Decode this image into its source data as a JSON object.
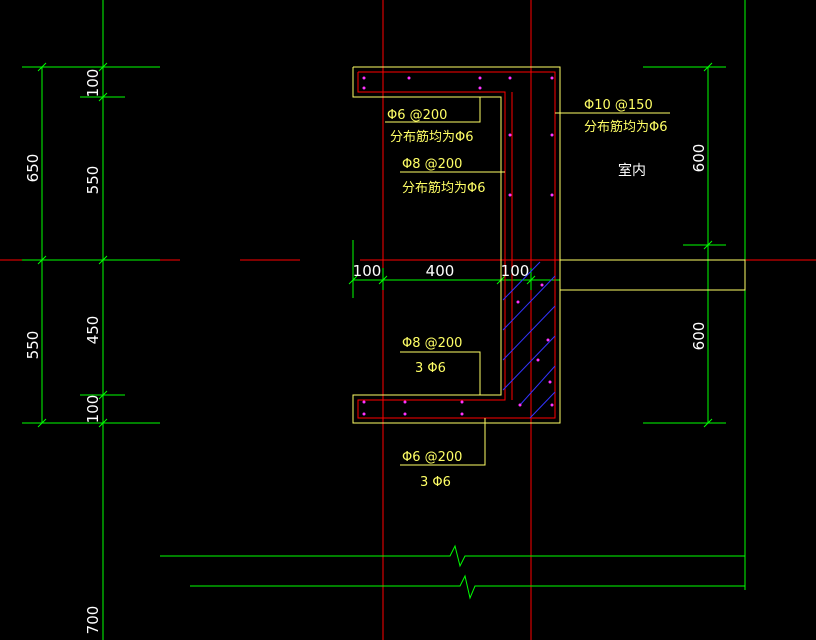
{
  "left_dims": {
    "d650": "650",
    "d550_total": "550",
    "d100_top": "100",
    "d550_mid": "550",
    "d450": "450",
    "d100_bot": "100",
    "d700": "700"
  },
  "right_dims": {
    "d600_top": "600",
    "d600_bot": "600"
  },
  "horizontal_dims": {
    "d100_left": "100",
    "d400": "400",
    "d100_right": "100"
  },
  "notes": {
    "top_slab_main": "Φ6 @200",
    "top_slab_dist": "分布筋均为Φ6",
    "wall_outer_main": "Φ10 @150",
    "wall_outer_dist": "分布筋均为Φ6",
    "wall_inner_main": "Φ8 @200",
    "wall_inner_dist": "分布筋均为Φ6",
    "bottom_wall_main": "Φ8 @200",
    "bottom_wall_bars": "3 Φ6",
    "bottom_slab_main": "Φ6 @200",
    "bottom_slab_bars": "3 Φ6"
  },
  "room_label": "室内",
  "colors": {
    "green": "#00ff00",
    "red": "#ff0000",
    "yellow": "#ffff66",
    "blue": "#3333ff",
    "magenta": "#ff33ff",
    "white": "#ffffff"
  }
}
